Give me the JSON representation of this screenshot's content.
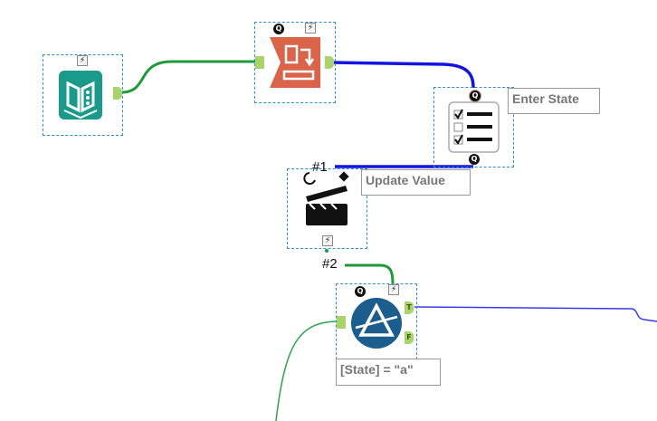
{
  "canvas": {
    "tools": [
      {
        "name": "input",
        "icon": "book-icon",
        "color": "#1a9a8a",
        "badges": [
          "lightning"
        ]
      },
      {
        "name": "transpose",
        "icon": "transpose-icon",
        "color": "#d9644a",
        "badges": [
          "Q",
          "lightning"
        ]
      },
      {
        "name": "list-box",
        "icon": "checklist-icon",
        "label": "Enter State",
        "badges": [
          "Q",
          "Q"
        ]
      },
      {
        "name": "action",
        "icon": "clapperboard-icon",
        "label": "Update Value",
        "connection_label": "#1",
        "output_label": "#2",
        "badges": [
          "lightning"
        ]
      },
      {
        "name": "filter",
        "icon": "prism-icon",
        "color": "#1b5e8e",
        "label": "[State] = \"a\"",
        "anchors": [
          "T",
          "F"
        ],
        "badges": [
          "Q",
          "lightning"
        ]
      }
    ],
    "badge_q": "Q",
    "colors": {
      "data_wire": "#1f9a3a",
      "interface_wire": "#1414e0",
      "selection": "#2e8bd8",
      "anchor": "#a9d46a"
    }
  }
}
